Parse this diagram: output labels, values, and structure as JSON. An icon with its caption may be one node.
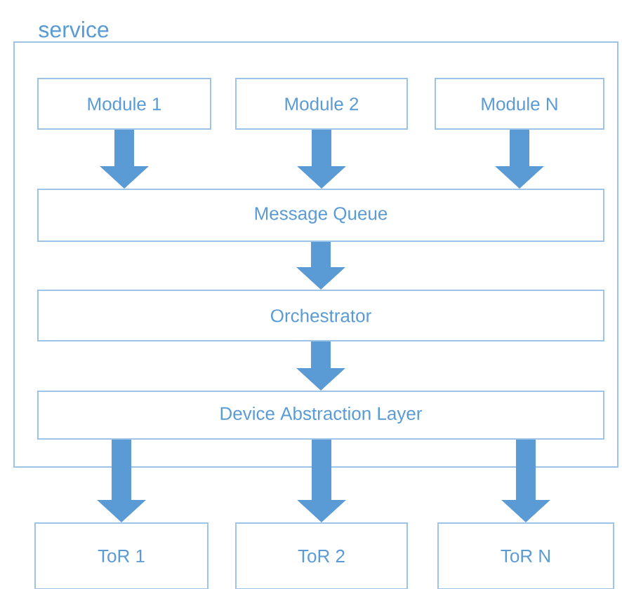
{
  "diagram": {
    "nodes": [
      {
        "text": [
          "service"
        ]
      },
      {
        "text": [
          "Module 1"
        ],
        "in": 0
      },
      {
        "text": [
          "Module 2"
        ],
        "in": 0
      },
      {
        "text": [
          "Module N"
        ],
        "in": 0
      },
      {
        "text": [
          "Message Queue"
        ],
        "in": 0
      },
      {
        "text": [
          "Orchestrator"
        ],
        "in": 0
      },
      {
        "text": [
          "Device Abstraction Layer"
        ],
        "in": 0
      },
      {
        "text": [
          "ToR 1"
        ]
      },
      {
        "text": [
          "ToR  2"
        ]
      },
      {
        "text": [
          "ToR  N"
        ]
      }
    ],
    "edges": [
      {
        "from": 1,
        "to": 4,
        "arrow": "to"
      },
      {
        "from": 2,
        "to": 4,
        "arrow": "to"
      },
      {
        "from": 3,
        "to": 4,
        "arrow": "to"
      },
      {
        "from": 4,
        "to": 5,
        "arrow": "to"
      },
      {
        "from": 5,
        "to": 6,
        "arrow": "to"
      },
      {
        "from": 6,
        "to": 7,
        "arrow": "to"
      },
      {
        "from": 6,
        "to": 8,
        "arrow": "to"
      },
      {
        "from": 6,
        "to": 9,
        "arrow": "to"
      }
    ]
  }
}
